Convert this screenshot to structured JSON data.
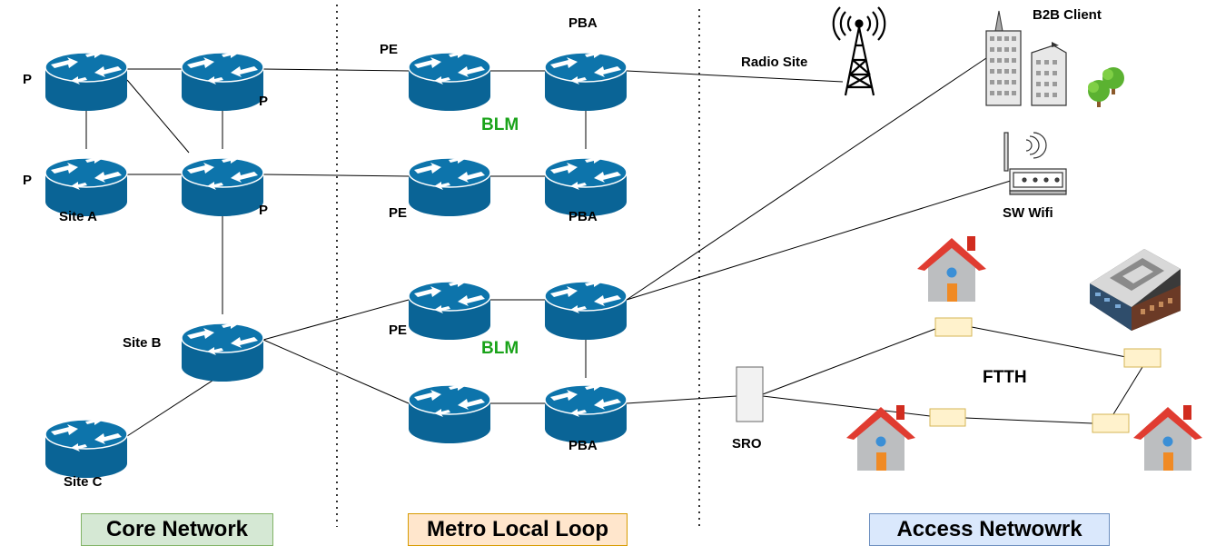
{
  "labels": {
    "p1": "P",
    "p2": "P",
    "p3": "P",
    "p4": "P",
    "site_a": "Site A",
    "site_b": "Site B",
    "site_c": "Site C",
    "pe1": "PE",
    "pe2": "PE",
    "pe3": "PE",
    "pba1": "PBA",
    "pba2": "PBA",
    "pba3": "PBA",
    "blm1": "BLM",
    "blm2": "BLM",
    "radio_site": "Radio Site",
    "b2b_client": "B2B Client",
    "sw_wifi": "SW Wifi",
    "ftth": "FTTH",
    "sro": "SRO"
  },
  "sections": {
    "core": "Core Network",
    "metro": "Metro Local Loop",
    "access": "Access Netwowrk"
  },
  "colors": {
    "router": "#0a6496",
    "router_top": "#0d74ab",
    "blm": "#1aa31a",
    "splitter": "#fff2cc",
    "roof": "#e03c31",
    "core_bg": "#d5e8d4",
    "metro_bg": "#ffe6cc",
    "access_bg": "#dae8fc"
  },
  "icons": [
    "router-icon",
    "radio-tower-icon",
    "office-building-icon",
    "tree-icon",
    "wifi-router-icon",
    "house-icon",
    "apartment-building-icon",
    "splitter-box-icon",
    "sro-cabinet-icon"
  ]
}
